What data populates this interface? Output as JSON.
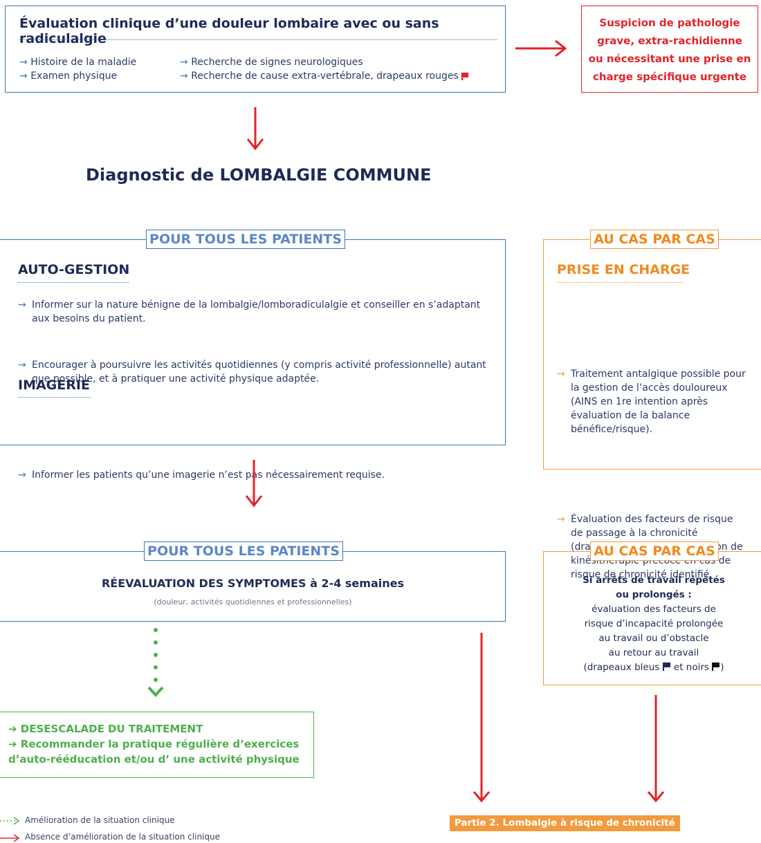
{
  "eval_box": {
    "title": "Évaluation clinique d’une douleur lombaire avec ou sans radiculalgie",
    "items_left": [
      "Histoire de la maladie",
      "Examen physique"
    ],
    "items_right": [
      "Recherche de signes neurologiques",
      "Recherche de cause extra-vertébrale, drapeaux rouges"
    ]
  },
  "red_box": {
    "lines": [
      "Suspicion de pathologie",
      "grave, extra-rachidienne",
      "ou nécessitant une prise en",
      "charge spécifique urgente"
    ]
  },
  "diagnostic": "Diagnostic de LOMBALGIE COMMUNE",
  "box1": {
    "tab": "POUR  TOUS LES PATIENTS",
    "s1_title": "AUTO-GESTION",
    "s1_items": [
      "Informer sur la nature bénigne de la lombalgie/lomboradiculalgie et conseiller en s’adaptant aux besoins du patient.",
      "Encourager à poursuivre les activités quotidiennes (y compris activité professionnelle) autant que possible, et à pratiquer une activité physique adaptée."
    ],
    "s2_title": "IMAGERIE",
    "s2_items": [
      "Informer les patients qu’une imagerie n’est pas nécessairement requise."
    ]
  },
  "box2": {
    "tab": "AU CAS PAR CAS",
    "title": "PRISE EN CHARGE",
    "item1": "Traitement antalgique possible pour la gestion de l’accès douloureux (AINS en 1re intention après évaluation de la balance bénéfice/risque).",
    "item2_a": "Évaluation des facteurs de risque de passage à la chronicité (drapeaux jaunes",
    "item2_b": ") : indication de kinésithérapie précoce en cas de risque de chronicité identifié."
  },
  "box3": {
    "tab": "POUR  TOUS LES PATIENTS",
    "title": "RÉEVALUATION DES SYMPTOMES à 2-4 semaines",
    "subtitle": "(douleur, activités quotidiennes et professionnelles)"
  },
  "box4": {
    "tab": "AU CAS PAR CAS",
    "lines_bold": [
      "Si arrêts de travail répétés",
      "ou prolongés :"
    ],
    "lines": [
      "évaluation des facteurs de",
      "risque d’incapacité prolongée",
      "au travail ou d’obstacle",
      "au retour au travail"
    ],
    "flags_a": "(drapeaux bleus",
    "flags_b": "et noirs",
    "flags_c": ")"
  },
  "green_box": {
    "line1": "DESESCALADE DU TRAITEMENT",
    "line2": "Recommander la pratique régulière d’exercices",
    "line3": "d’auto-rééducation et/ou d’ une activité physique"
  },
  "legend": {
    "improve": "Amélioration de la situation clinique",
    "no_improve": "Absence d’amélioration de la situation clinique"
  },
  "partie2": "Partie 2. Lombalgie à risque de chronicité",
  "colors": {
    "navy": "#1e2a55",
    "blue": "#3d74b8",
    "red": "#e1232a",
    "orange": "#f39a3c",
    "green": "#4db04a"
  }
}
